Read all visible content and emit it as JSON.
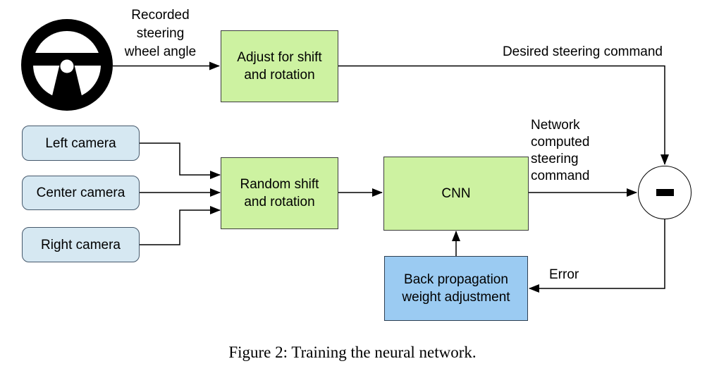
{
  "colors": {
    "process_fill": "#cdf2a1",
    "process_border": "#3c3c3c",
    "camera_fill": "#d6e8f2",
    "camera_border": "#45586b",
    "backprop_fill": "#9bcbf2",
    "backprop_border": "#2e4052",
    "line": "#000000",
    "background": "#ffffff"
  },
  "boxes": {
    "adjust": "Adjust for shift\nand rotation",
    "random": "Random shift\nand rotation",
    "cnn": "CNN",
    "backprop": "Back propagation\nweight adjustment"
  },
  "cameras": [
    "Left camera",
    "Center camera",
    "Right camera"
  ],
  "labels": {
    "recorded": "Recorded\nsteering\nwheel angle",
    "desired": "Desired steering command",
    "network": "Network\ncomputed\nsteering\ncommand",
    "error": "Error"
  },
  "icons": {
    "steering_wheel": "steering-wheel-icon",
    "minus": "minus-icon"
  },
  "caption": "Figure 2: Training the neural network."
}
